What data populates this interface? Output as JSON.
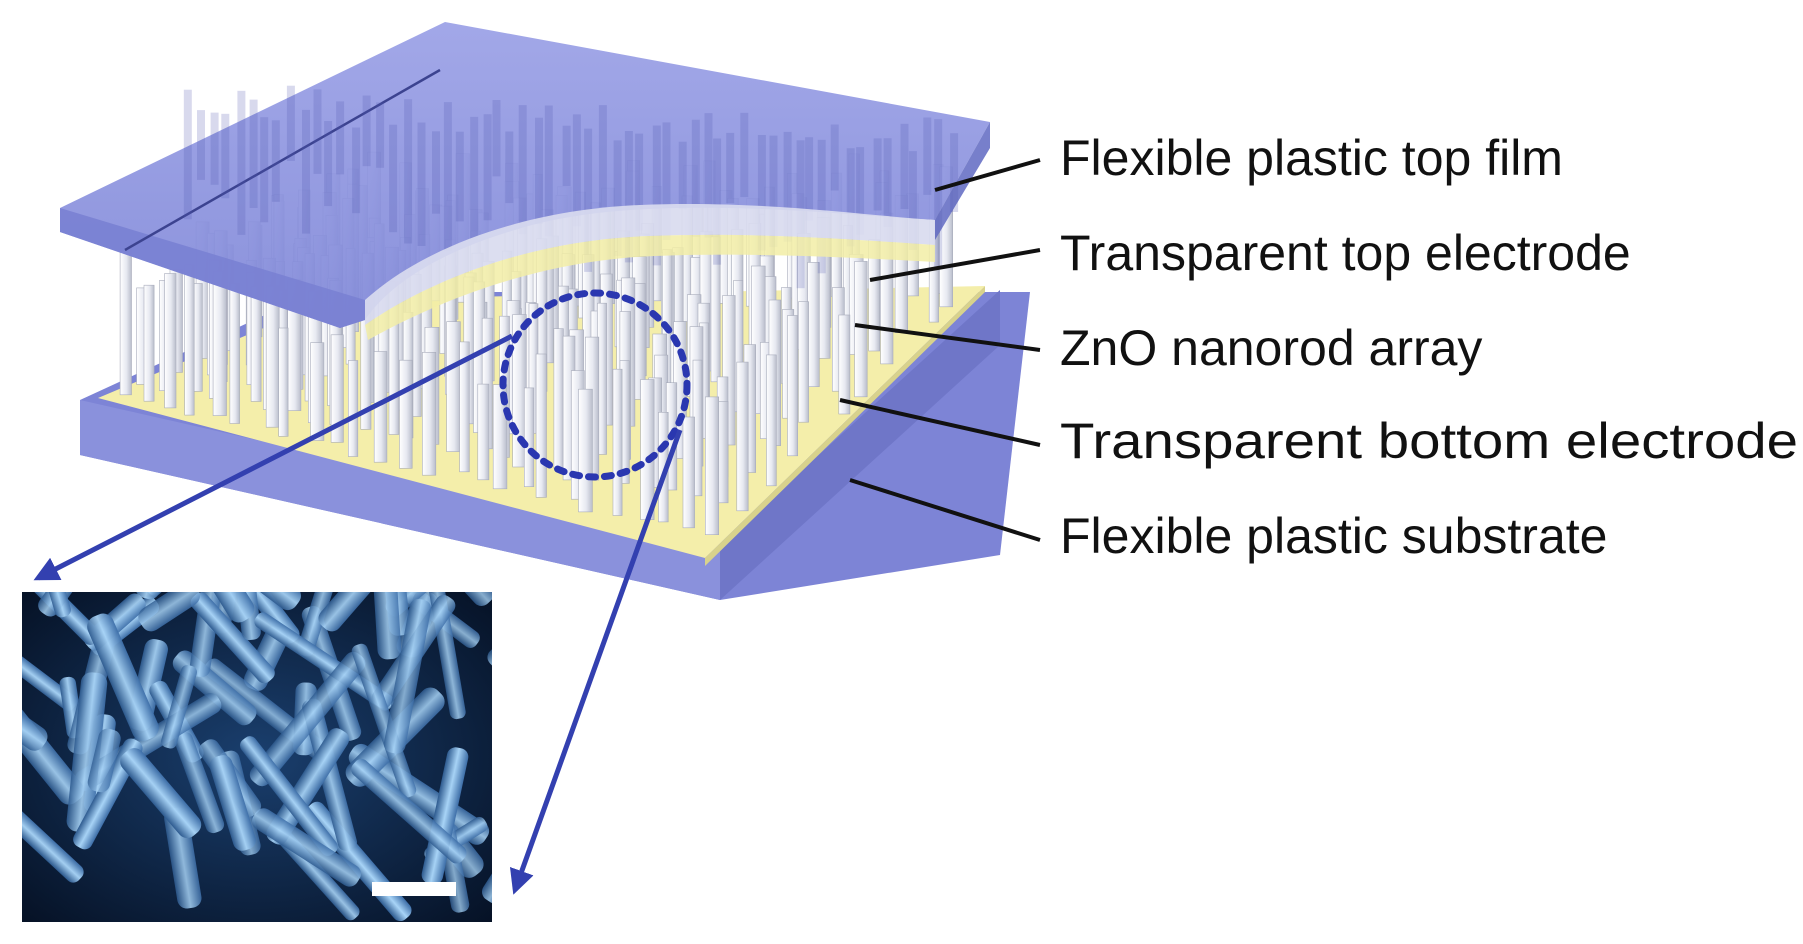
{
  "labels": {
    "top_film": "Flexible plastic top film",
    "top_electrode": "Transparent top electrode",
    "nanorods": "ZnO nanorod array",
    "bottom_electrode": "Transparent bottom electrode",
    "substrate": "Flexible plastic substrate"
  },
  "colors": {
    "plastic_film": "#8f95df",
    "plastic_edge": "#6f76c8",
    "electrode": "#f4eeaa",
    "nanorod": "#e4e6ee",
    "arrow": "#3340b0",
    "leader_line": "#111111",
    "sem_background": "#0c1e3c",
    "sem_rod": "#7fb6e6"
  },
  "icons": {
    "zoom_circle": "dotted-circle-icon",
    "zoom_arrows": "arrow-icon",
    "scale_bar": "scale-bar-icon"
  }
}
